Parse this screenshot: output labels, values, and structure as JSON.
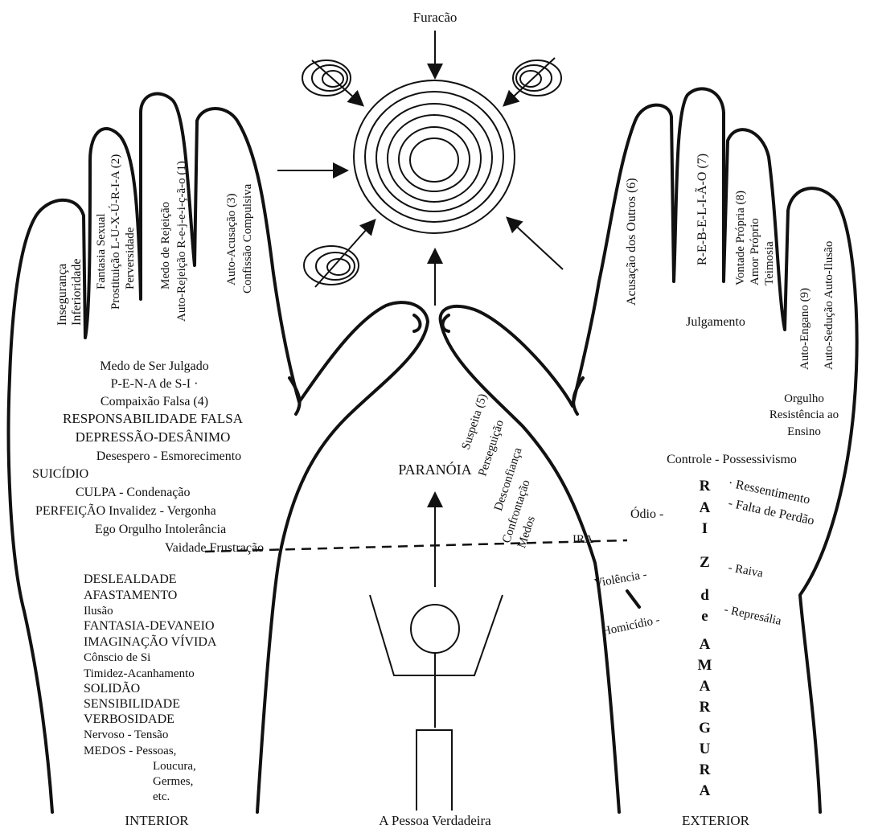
{
  "top": {
    "hurricane": "Furacão"
  },
  "left_fingers": {
    "f1": [
      "Insegurança",
      "Inferioridade"
    ],
    "f2": [
      "Fantasia Sexual",
      "Prostituição L-U-X-Ú-R-I-A (2)",
      "Perversidade"
    ],
    "f3": [
      "Medo de Rejeição",
      "Auto-Rejeição R-e-j-e-i-ç-ã-o (1)"
    ],
    "f4": [
      "Auto-Acusação (3)",
      "Confissão Compulsiva"
    ]
  },
  "left_palm": [
    "Medo de Ser Julgado",
    "P-E-N-A de S-I ·",
    "Compaixão Falsa (4)",
    "RESPONSABILIDADE FALSA",
    "DEPRESSÃO-DESÂNIMO",
    "Desespero - Esmorecimento",
    "SUICÍDIO",
    "CULPA - Condenação",
    "PERFEIÇÃO  Invalidez - Vergonha",
    "Ego  Orgulho   Intolerância",
    "Vaidade   Frustração"
  ],
  "left_wrist": [
    "DESLEALDADE",
    "AFASTAMENTO",
    "Ilusão",
    "FANTASIA-DEVANEIO",
    "IMAGINAÇÃO VÍVIDA",
    "Cônscio de Si",
    "Timidez-Acanhamento",
    "SOLIDÃO",
    "SENSIBILIDADE",
    "VERBOSIDADE",
    "Nervoso - Tensão",
    "MEDOS - Pessoas,",
    "Loucura,",
    "Germes,",
    "etc."
  ],
  "thumb_right": [
    "Suspeita (5)",
    "Perseguição",
    "Desconfiança",
    "Confrontação",
    "Medos"
  ],
  "center": {
    "paranoia": "PARANÓIA",
    "true_person": "A Pessoa Verdadeira"
  },
  "right_fingers": {
    "f1": [
      "Acusação dos Outros (6)"
    ],
    "f2": [
      "R-E-B-E-L-I-Ã-O (7)"
    ],
    "f3": [
      "Vontade Própria (8)",
      "Amor Próprio",
      "Teimosia"
    ],
    "f4": [
      "Auto-Engano (9)",
      "Auto-Sedução Auto-Ilusão"
    ]
  },
  "right_palm": {
    "judgment": "Julgamento",
    "pride": [
      "Orgulho",
      "Resistência ao",
      "Ensino"
    ],
    "control": "Controle - Possessivismo",
    "hatred": "Ódio -",
    "ira": "IRA",
    "violence": "Violência -",
    "homicide": "Homicídio -",
    "resentment": "· Ressentimento",
    "unforgiveness": "- Falta de Perdão",
    "rage": "- Raiva",
    "retaliation": "- Represália"
  },
  "root_letters": [
    "R",
    "A",
    "I",
    "Z",
    "d",
    "e",
    "A",
    "M",
    "A",
    "R",
    "G",
    "U",
    "R",
    "A"
  ],
  "footer": {
    "interior": "INTERIOR",
    "exterior": "EXTERIOR"
  }
}
